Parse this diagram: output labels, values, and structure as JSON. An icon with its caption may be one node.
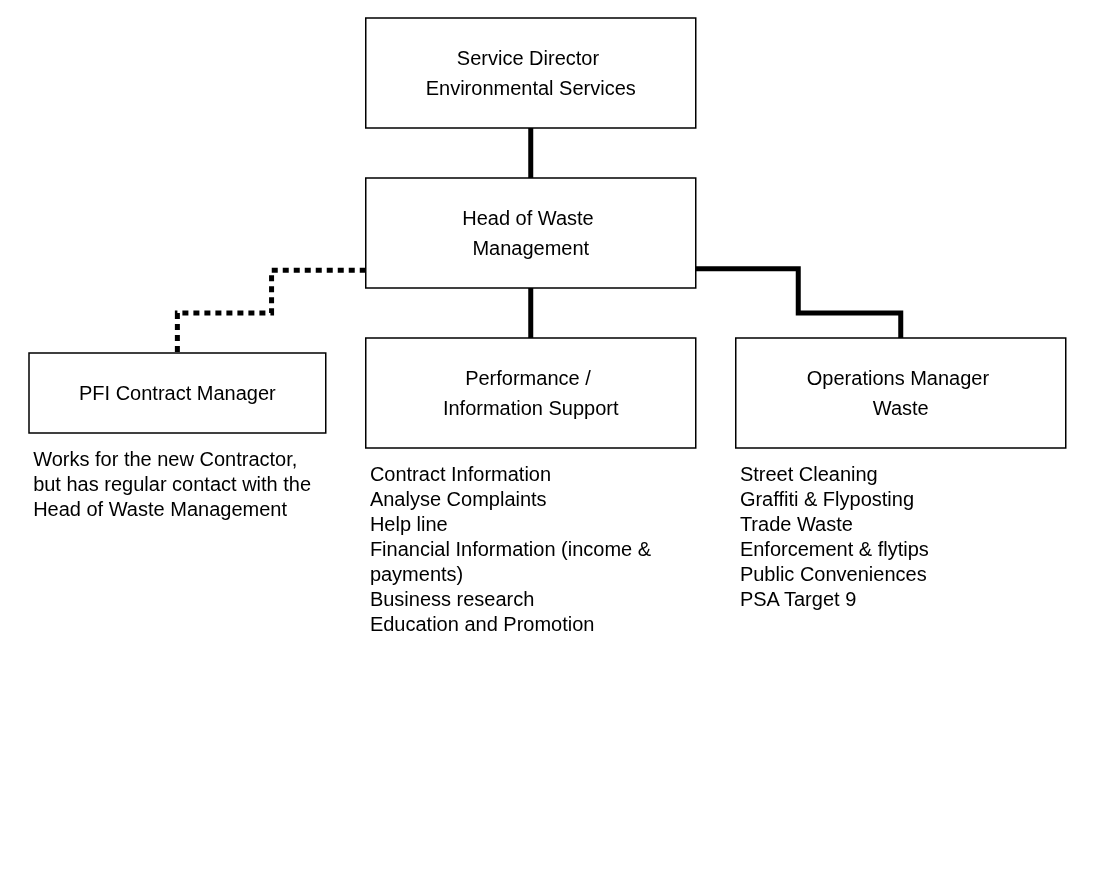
{
  "diagram": {
    "nodes": [
      {
        "text": [
          "Service Director Environmental Services"
        ]
      },
      {
        "text": [
          "Head of Waste Management"
        ]
      },
      {
        "text": [
          "PFI Contract Manager"
        ],
        "beside": [
          "Works for the new Contractor, but has regular contact with the Head of Waste Management"
        ]
      },
      {
        "text": [
          "Performance / Information Support"
        ],
        "beside": [
          "Contract Information",
          "Analyse Complaints",
          "Help line",
          "Financial Information (income & payments)",
          "Business research",
          "Education and Promotion"
        ]
      },
      {
        "text": [
          "Operations Manager Waste"
        ],
        "beside": [
          "Street Cleaning",
          "Graffiti & Flyposting",
          "Trade Waste",
          "Enforcement & flytips",
          "Public Conveniences",
          "PSA Target 9"
        ]
      }
    ],
    "edges": [
      {
        "from": 0,
        "to": 1,
        "arrow": "none"
      },
      {
        "from": 1,
        "to": 2,
        "arrow": "none",
        "style": "dashed"
      },
      {
        "from": 1,
        "to": 3,
        "arrow": "none"
      },
      {
        "from": 1,
        "to": 4,
        "arrow": "none"
      }
    ]
  }
}
